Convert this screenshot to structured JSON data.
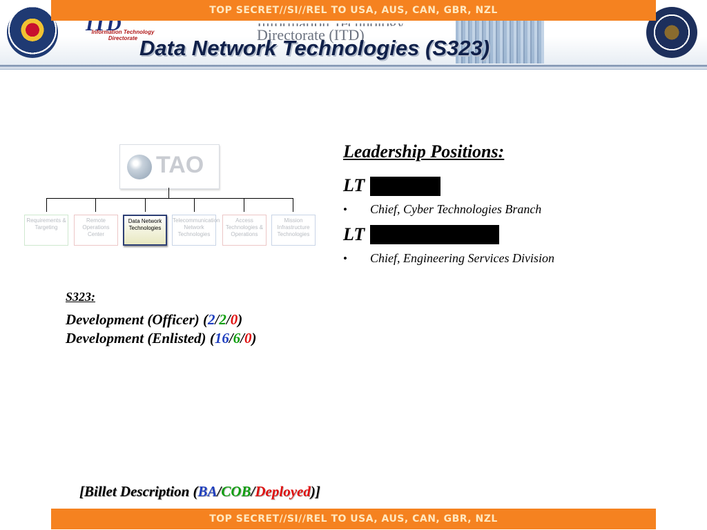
{
  "classification": "TOP SECRET//SI//REL TO USA, AUS, CAN, GBR, NZL",
  "header": {
    "itd_logo_text": "ITD",
    "itd_subtitle": "Information Technology Directorate",
    "itd_text_top": "Information Technology",
    "itd_text_bottom": "Directorate (ITD)",
    "title": "Data Network Technologies (S323)"
  },
  "org_chart": {
    "top": "TAO",
    "units": [
      "Requirements & Targeting",
      "Remote Operations Center",
      "Data Network Technologies",
      "Telecommunication Network Technologies",
      "Access Technologies & Operations",
      "Mission Infrastructure Technologies"
    ]
  },
  "leadership": {
    "title": "Leadership Positions:",
    "positions": [
      {
        "rank": "LT",
        "role": "Chief, Cyber Technologies Branch"
      },
      {
        "rank": "LT",
        "role": "Chief, Engineering Services Division"
      }
    ],
    "bullet": "•"
  },
  "section": {
    "title": "S323:",
    "rows": [
      {
        "label": "Development  (Officer) ",
        "ba": "2",
        "cob": "2",
        "deployed": "0"
      },
      {
        "label": "Development  (Enlisted) ",
        "ba": "16",
        "cob": "6",
        "deployed": "0"
      }
    ]
  },
  "billet": {
    "prefix": "[Billet Description (",
    "ba": "BA",
    "cob": "COB",
    "deployed": "Deployed",
    "suffix": ")]",
    "sep": "/"
  },
  "colors": {
    "banner": "#f58220",
    "ba": "#1f3fbf",
    "cob": "#109e10",
    "deployed": "#e01010"
  }
}
